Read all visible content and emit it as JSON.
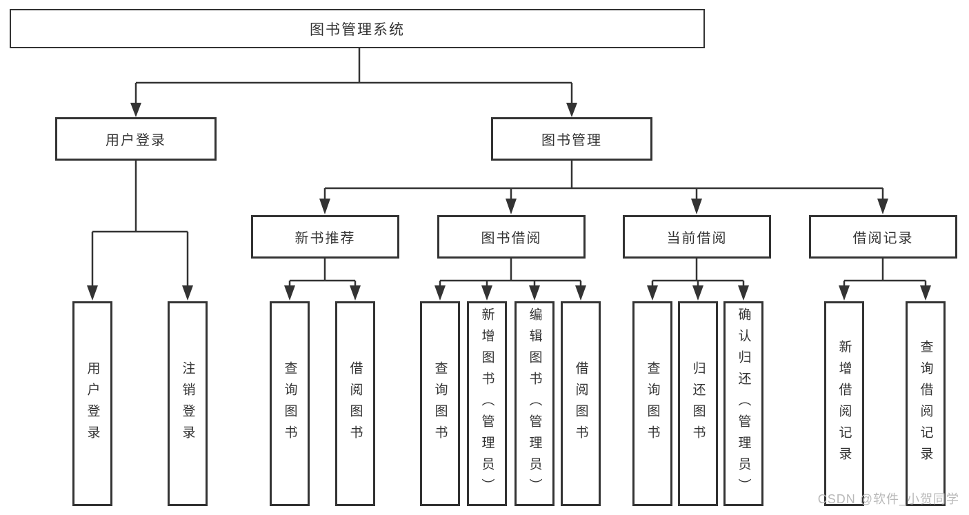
{
  "diagram": {
    "root_label": "图书管理系统",
    "branches": [
      {
        "label": "用户登录",
        "children": [
          {
            "label": "用户登录"
          },
          {
            "label": "注销登录"
          }
        ]
      },
      {
        "label": "图书管理",
        "groups": [
          {
            "label": "新书推荐",
            "children": [
              {
                "label": "查询图书"
              },
              {
                "label": "借阅图书"
              }
            ]
          },
          {
            "label": "图书借阅",
            "children": [
              {
                "label": "查询图书"
              },
              {
                "label": "新增图书（管理员）"
              },
              {
                "label": "编辑图书（管理员）"
              },
              {
                "label": "借阅图书"
              }
            ]
          },
          {
            "label": "当前借阅",
            "children": [
              {
                "label": "查询图书"
              },
              {
                "label": "归还图书"
              },
              {
                "label": "确认归还（管理员）"
              }
            ]
          },
          {
            "label": "借阅记录",
            "children": [
              {
                "label": "新增借阅记录"
              },
              {
                "label": "查询借阅记录"
              }
            ]
          }
        ]
      }
    ]
  },
  "watermark": {
    "text": "CSDN @软件_小贺同学",
    "color": "#b9b9b9"
  },
  "colors": {
    "line": "#333333",
    "border": "#333333",
    "text": "#333333",
    "background": "#ffffff"
  }
}
